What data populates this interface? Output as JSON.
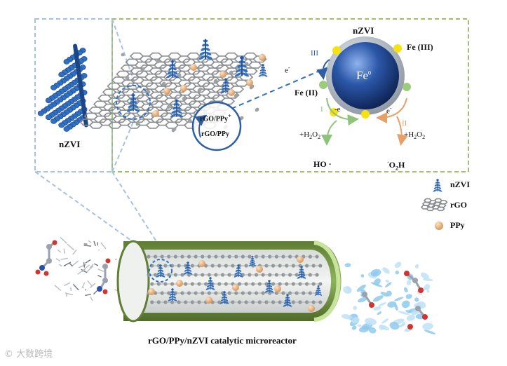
{
  "labels": {
    "nzvi_left": "nZVI",
    "nzvi_top": "nZVI",
    "fe0": "Fe",
    "fe0_sup": "0",
    "fe_iii": "Fe (III)",
    "fe_ii": "Fe (II)",
    "path_iii": "III",
    "path_i": "I",
    "path_ii": "II",
    "electron": "e",
    "electron_sup": "-",
    "minus_e": "-e",
    "h2o2_left": "+H",
    "h2o2_right": "+H",
    "h2o2_sub2": "2",
    "h2o2_o": "O",
    "ho_radical": "HO ·",
    "o2h_radical": "O",
    "o2h_sub": "2",
    "o2h_h": "H",
    "o2h_dot": "·",
    "rgo_ppy_plus": "rGO/PPy",
    "rgo_ppy_plus_sup": "+",
    "rgo_ppy": "rGO/PPy",
    "caption": "rGO/PPy/nZVI catalytic microreactor",
    "watermark": "© 大数跨境"
  },
  "legend": [
    {
      "name": "legend-nzvi",
      "label": "nZVI"
    },
    {
      "name": "legend-rgo",
      "label": "rGO"
    },
    {
      "name": "legend-ppy",
      "label": "PPy"
    }
  ],
  "colors": {
    "dash_blue": "#a7c1e0",
    "dash_green": "#9fbf6a",
    "nzvi_blue": "#2f6fc4",
    "fe_core": "#2b57a8",
    "fe_shell": "#9ea7b2",
    "fe3_dot": "#f5e20f",
    "fe2_dot": "#9ccc79",
    "ppy": "#e6b07c",
    "tube_green": "#6e8f3e",
    "tube_light": "#b8d68a",
    "arrow_blue": "#2f5ea5",
    "arrow_green": "#8fc27a",
    "arrow_orange": "#e8a06a"
  }
}
